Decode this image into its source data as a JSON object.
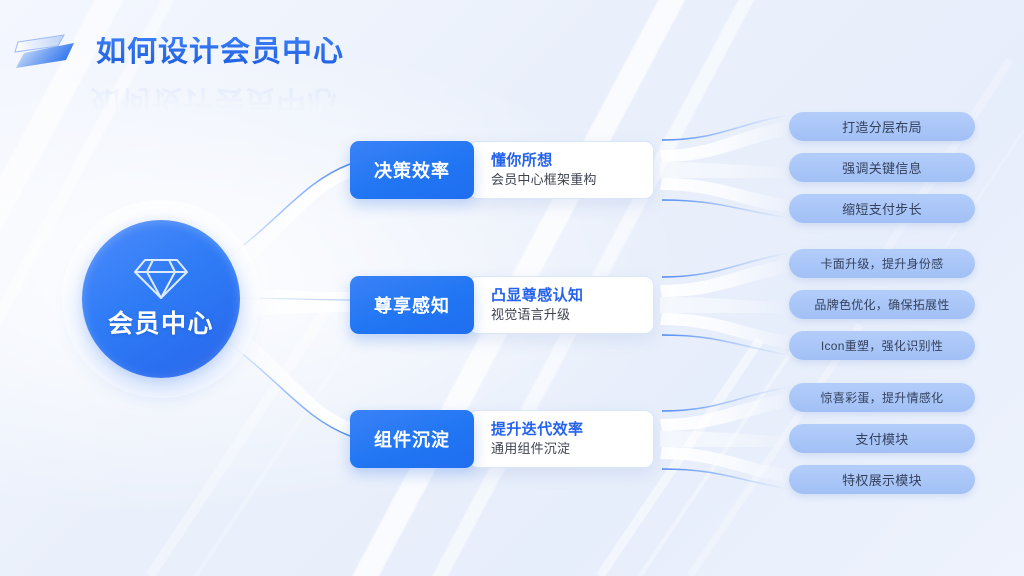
{
  "header": {
    "title": "如何设计会员中心",
    "logo_icon": "stacked-parallelogram-logo"
  },
  "hub": {
    "label": "会员中心",
    "icon": "diamond-gem-icon"
  },
  "colors": {
    "accent_blue": "#2176f3",
    "title_blue": "#2563eb",
    "pill_bg": "#a8c4f5",
    "pill_text": "#34415c",
    "panel_bg": "#ffffff",
    "background": "#eef2fb"
  },
  "branches": [
    {
      "tab_label": "决策效率",
      "panel_title": "懂你所想",
      "panel_sub": "会员中心框架重构",
      "pills": [
        "打造分层布局",
        "强调关键信息",
        "缩短支付步长"
      ]
    },
    {
      "tab_label": "尊享感知",
      "panel_title": "凸显尊感认知",
      "panel_sub": "视觉语言升级",
      "pills": [
        "卡面升级，提升身份感",
        "品牌色优化，确保拓展性",
        "Icon重塑，强化识别性"
      ]
    },
    {
      "tab_label": "组件沉淀",
      "panel_title": "提升迭代效率",
      "panel_sub": "通用组件沉淀",
      "pills": [
        "惊喜彩蛋，提升情感化",
        "支付模块",
        "特权展示模块"
      ]
    }
  ]
}
